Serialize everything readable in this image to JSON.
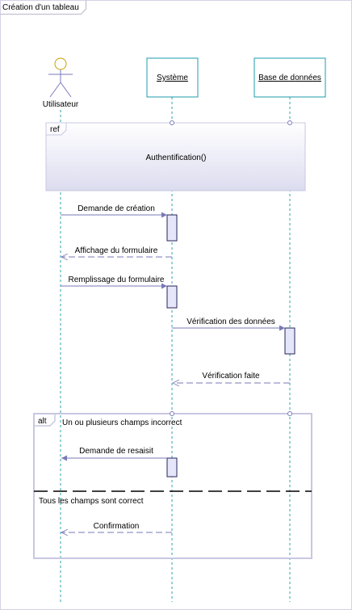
{
  "diagram": {
    "frame_title": "Création d'un tableau",
    "actor": {
      "name": "Utilisateur"
    },
    "lifelines": [
      {
        "id": "systeme",
        "label": "Système"
      },
      {
        "id": "bdd",
        "label": "Base de données"
      }
    ],
    "ref_fragment": {
      "tag": "ref",
      "label": "Authentification()"
    },
    "messages": [
      {
        "id": "m1",
        "label": "Demande de création",
        "kind": "sync"
      },
      {
        "id": "m2",
        "label": "Affichage du formulaire",
        "kind": "return"
      },
      {
        "id": "m3",
        "label": "Remplissage du formulaire",
        "kind": "sync"
      },
      {
        "id": "m4",
        "label": "Vérification des données",
        "kind": "sync"
      },
      {
        "id": "m5",
        "label": "Vérification faite",
        "kind": "return"
      }
    ],
    "alt_fragment": {
      "tag": "alt",
      "guard1": "Un ou plusieurs champs incorrect",
      "guard2": "Tous les champs sont correct",
      "messages": [
        {
          "id": "a1",
          "label": "Demande de resaisit",
          "kind": "sync"
        },
        {
          "id": "a2",
          "label": "Confirmation",
          "kind": "return"
        }
      ]
    },
    "colors": {
      "lifeline": "#2aa5b4",
      "lifeline_box_border": "#1e9cae",
      "activation_fill": "#e6e6fa",
      "arrow": "#7a7ab8",
      "fragment_border": "#c8c8e2",
      "ref_fill_top": "#ffffff",
      "ref_fill_bottom": "#dcdcf0"
    }
  }
}
